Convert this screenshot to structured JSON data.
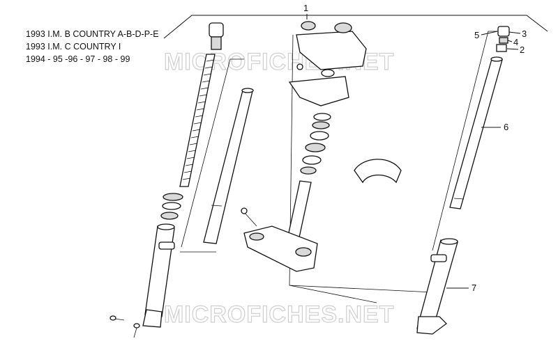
{
  "legend": {
    "lines": [
      "1993 I.M. B COUNTRY A-B-D-P-E",
      "1993 I.M. C COUNTRY I",
      "1994 - 95 -96 - 97 - 98 - 99"
    ]
  },
  "watermark": {
    "text": "MICROFICHES.NET"
  },
  "callouts": [
    "1",
    "2",
    "3",
    "4",
    "5",
    "6",
    "7"
  ]
}
